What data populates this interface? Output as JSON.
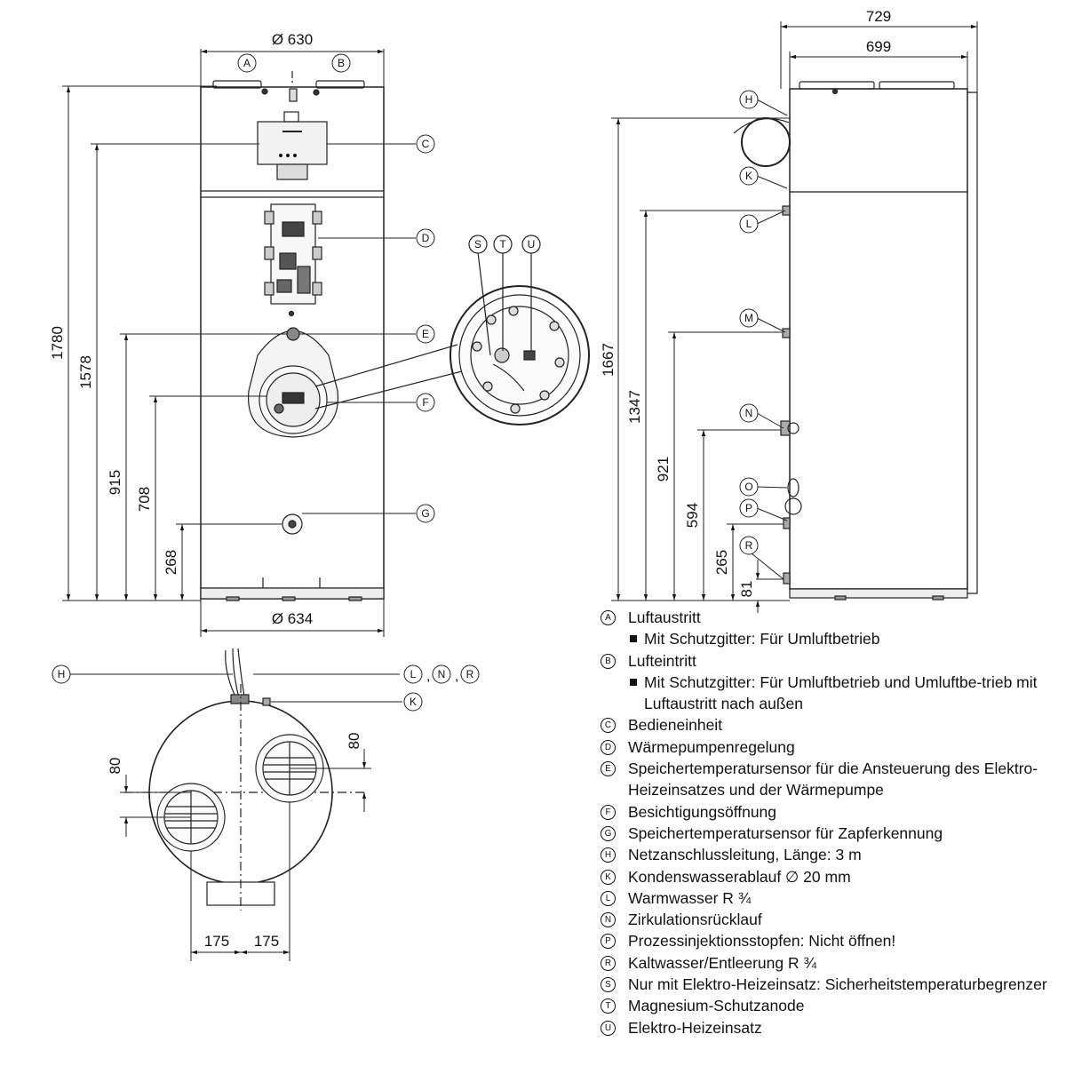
{
  "dimensions": {
    "top_width": "Ø 630",
    "bottom_width": "Ø 634",
    "h_1780": "1780",
    "h_1578": "1578",
    "h_915": "915",
    "h_708": "708",
    "h_268": "268",
    "side_729": "729",
    "side_699": "699",
    "h_1667": "1667",
    "h_1347": "1347",
    "h_921": "921",
    "h_594": "594",
    "h_265": "265",
    "h_81": "81",
    "plan_80_left": "80",
    "plan_80_right": "80",
    "plan_175_left": "175",
    "plan_175_right": "175"
  },
  "callouts": {
    "A": "A",
    "B": "B",
    "C": "C",
    "D": "D",
    "E": "E",
    "F": "F",
    "G": "G",
    "H": "H",
    "K": "K",
    "L": "L",
    "M": "M",
    "N": "N",
    "O": "O",
    "P": "P",
    "R": "R",
    "S": "S",
    "T": "T",
    "U": "U"
  },
  "legend": [
    {
      "key": "A",
      "text": "Luftaustritt",
      "sub": "Mit Schutzgitter: Für Umluftbetrieb"
    },
    {
      "key": "B",
      "text": "Lufteintritt",
      "sub": "Mit Schutzgitter: Für Umluftbetrieb und Umluftbe-trieb mit Luftaustritt nach außen"
    },
    {
      "key": "C",
      "text": "Bedieneinheit"
    },
    {
      "key": "D",
      "text": "Wärmepumpenregelung"
    },
    {
      "key": "E",
      "text": "Speichertemperatursensor für die Ansteuerung des Elektro-Heizeinsatzes und der Wärmepumpe"
    },
    {
      "key": "F",
      "text": "Besichtigungsöffnung"
    },
    {
      "key": "G",
      "text": "Speichertemperatursensor für Zapferkennung"
    },
    {
      "key": "H",
      "text": "Netzanschlussleitung, Länge: 3 m"
    },
    {
      "key": "K",
      "text": "Kondenswasserablauf ∅ 20 mm"
    },
    {
      "key": "L",
      "text": "Warmwasser R ¾"
    },
    {
      "key": "N",
      "text": "Zirkulationsrücklauf"
    },
    {
      "key": "P",
      "text": "Prozessinjektionsstopfen: Nicht öffnen!"
    },
    {
      "key": "R",
      "text": "Kaltwasser/Entleerung R ¾"
    },
    {
      "key": "S",
      "text": "Nur mit Elektro-Heizeinsatz: Sicherheitstemperaturbegrenzer"
    },
    {
      "key": "T",
      "text": "Magnesium-Schutzanode"
    },
    {
      "key": "U",
      "text": "Elektro-Heizeinsatz"
    }
  ]
}
